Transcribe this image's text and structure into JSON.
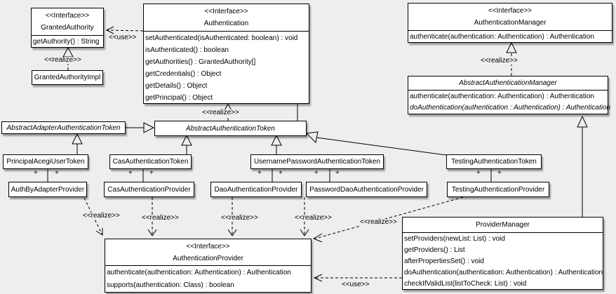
{
  "diagram": {
    "background": "#eeeeee",
    "label_use": "<<use>>",
    "label_realize": "<<realize>>",
    "multiplicity": "+",
    "classes": {
      "granted_authority": {
        "stereotype": "<<Interface>>",
        "name": "GrantedAuthority",
        "methods": [
          "getAuthority() : String"
        ]
      },
      "granted_authority_impl": {
        "name": "GrantedAuthorityImpl"
      },
      "authentication": {
        "stereotype": "<<Interface>>",
        "name": "Authentication",
        "methods": [
          "setAuthenticated(isAuthenticated: boolean) : void",
          "isAuthenticated() : boolean",
          "getAuthorities() : GrantedAuthority[]",
          "getCredentials() : Object",
          "getDetails() : Object",
          "getPrincipal() : Object"
        ]
      },
      "authentication_manager": {
        "stereotype": "<<Interface>>",
        "name": "AuthenticationManager",
        "methods": [
          "authenticate(authentication: Authentication) : Authentication"
        ]
      },
      "abstract_authentication_manager": {
        "name": "AbstractAuthenticationManager",
        "methods": [
          "authenticate(authentication: Authentication) : Authentication",
          "doAuthentication(authentication : Authentication) : Authentication"
        ]
      },
      "abstract_adapter_authentication_token": {
        "name": "AbstractAdapterAuthenticationToken"
      },
      "abstract_authentication_token": {
        "name": "AbstractAuthenticationToken"
      },
      "principal_acegi_user_token": {
        "name": "PrincipalAcegiUserToken"
      },
      "cas_authentication_token": {
        "name": "CasAuthenticationToken"
      },
      "username_password_authentication_token": {
        "name": "UsernamePasswordAuthenticationToken"
      },
      "testing_authentication_token": {
        "name": "TestingAuthenticationToken"
      },
      "auth_by_adapter_provider": {
        "name": "AuthByAdapterProvider"
      },
      "cas_authentication_provider": {
        "name": "CasAuthenticationProvider"
      },
      "dao_authentication_provider": {
        "name": "DaoAuthenticationProvider"
      },
      "password_dao_authentication_provider": {
        "name": "PasswordDaoAuthenticationProvider"
      },
      "testing_authentication_provider": {
        "name": "TestingAuthenticationProvider"
      },
      "authentication_provider": {
        "stereotype": "<<Interface>>",
        "name": "AuthenticationProvider",
        "methods": [
          "authenticate(authentication: Authentication) : Authentication",
          "supports(authentication: Class) : boolean"
        ]
      },
      "provider_manager": {
        "name": "ProviderManager",
        "methods": [
          "setProviders(newList: List) : void",
          "getProviders() : List",
          "afterPropertiesSet() : void",
          "doAuthentication(authentication: Authentication) : Authentication",
          "checkIfValidList(listToCheck: List) : void"
        ]
      }
    }
  }
}
